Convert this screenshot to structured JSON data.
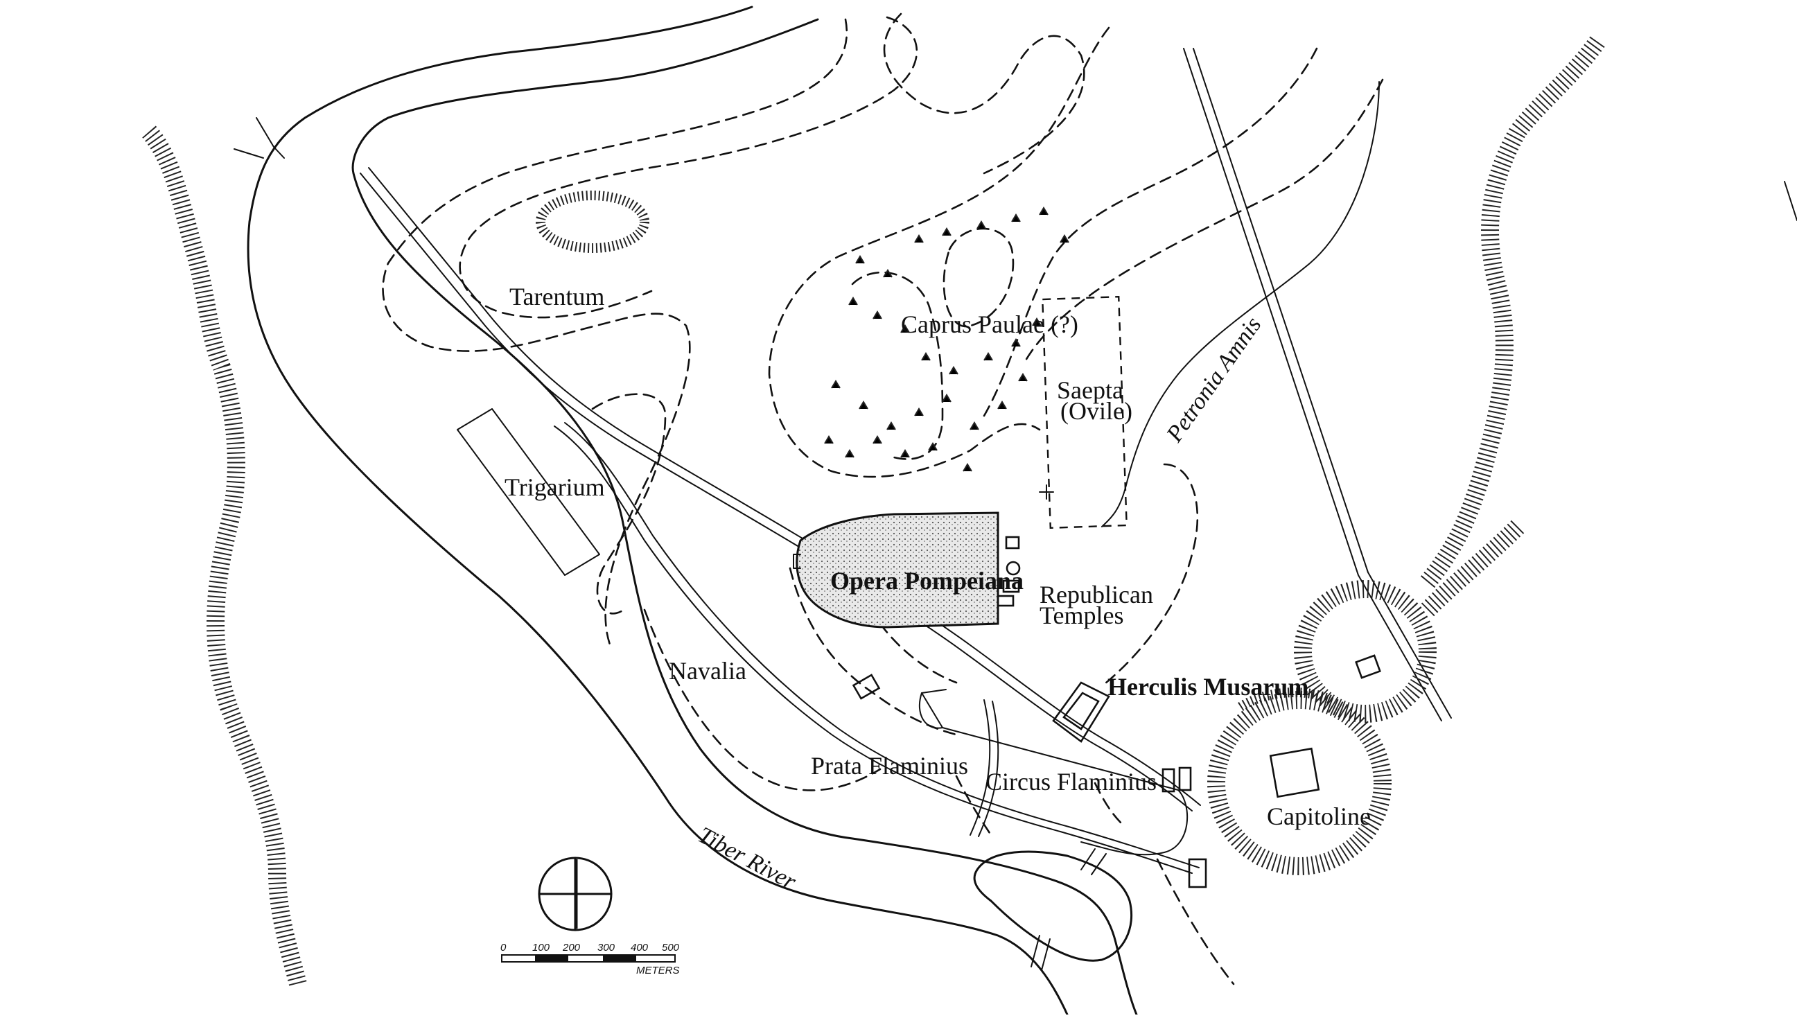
{
  "map": {
    "labels": {
      "tarentum": "Tarentum",
      "caprus_paulae": "Caprus Paulae (?)",
      "saepta_line1": "Saepta",
      "saepta_line2": "(Ovile)",
      "petronia_amnis": "Petronia Amnis",
      "trigarium": "Trigarium",
      "opera_pompeiana": "Opera Pompeiana",
      "republican_temples_line1": "Republican",
      "republican_temples_line2": "Temples",
      "navalia": "Navalia",
      "herculis_musarum": "Herculis Musarum",
      "prata_flaminius": "Prata Flaminius",
      "circus_flaminius": "Circus Flaminius",
      "capitoline": "Capitoline",
      "tiber_river": "Tiber River"
    },
    "scale_bar": {
      "ticks": [
        "0",
        "100",
        "200",
        "300",
        "400",
        "500"
      ],
      "unit": "METERS"
    },
    "colors": {
      "ink": "#111111",
      "paper": "#ffffff",
      "stipple": "#cfcfcf"
    },
    "icons": [
      "north-compass-icon"
    ]
  }
}
